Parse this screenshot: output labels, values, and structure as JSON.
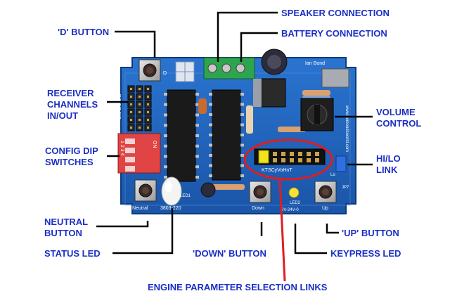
{
  "labels": {
    "speaker_connection": "SPEAKER CONNECTION",
    "battery_connection": "BATTERY CONNECTION",
    "d_button": "'D' BUTTON",
    "receiver_channels": [
      "RECEIVER",
      "CHANNELS",
      "IN/OUT"
    ],
    "config_dip_switches": [
      "CONFIG DIP",
      "SWITCHES"
    ],
    "volume_control": [
      "VOLUME",
      "CONTROL"
    ],
    "hi_lo_link": [
      "HI/LO",
      "LINK"
    ],
    "neutral_button": [
      "NEUTRAL",
      "BUTTON"
    ],
    "status_led": "STATUS LED",
    "down_button": "'DOWN' BUTTON",
    "up_button": "'UP' BUTTON",
    "keypress_led": "KEYPRESS LED",
    "engine_parameter_links": "ENGINE PARAMETER SELECTION LINKS"
  },
  "board_text": {
    "channel_labels": "Ch1 Ch2 Ch3",
    "dip_on": "ON",
    "dip_nums": "1 2 3 4",
    "neutral": "Neutral",
    "part_no": "3803-220",
    "down": "Down",
    "up": "Up",
    "d": "D",
    "led1": "LED1",
    "led2": "LED2",
    "links": "KTSCyVoHnT",
    "maker": "Ian Bond",
    "website": "www.ianbondsworld.com",
    "supply": "6V-24V-0",
    "jp7": "JP7",
    "lo": "Lo"
  },
  "colors": {
    "label_text": "#1b2fc4",
    "pcb": "#1f63bd",
    "callout_ellipse": "#e11d1d",
    "leader_lines": "#000000"
  }
}
